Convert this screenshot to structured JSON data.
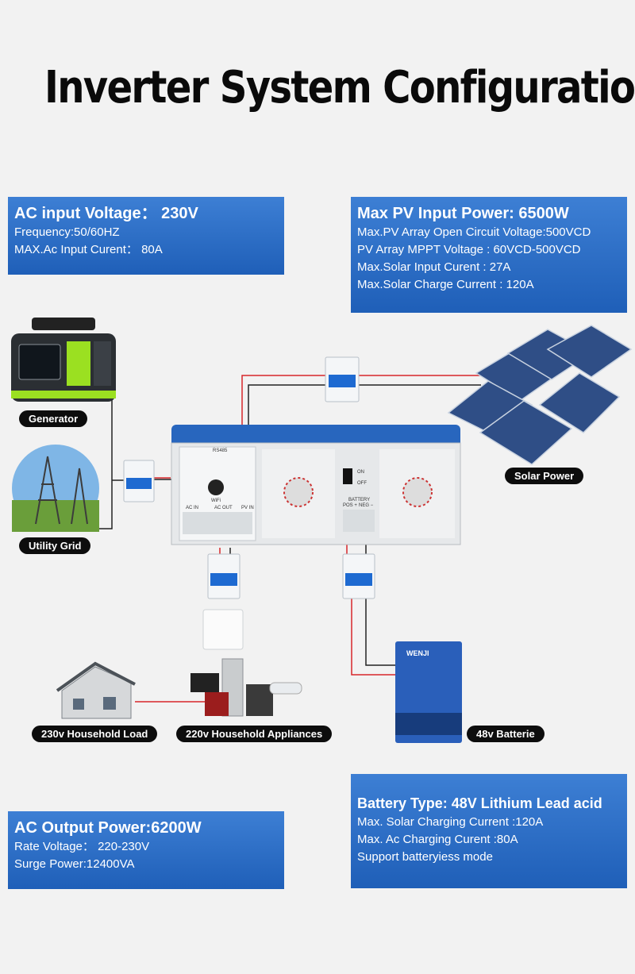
{
  "title": "Inverter System Configuration",
  "ac_input": {
    "heading": "AC input Voltage： 230V",
    "lines": [
      "Frequency:50/60HZ",
      "MAX.Ac Input Curent： 80A"
    ]
  },
  "pv_input": {
    "heading": "Max PV Input Power: 6500W",
    "lines": [
      "Max.PV Array Open Circuit Voltage:500VCD",
      "PV Array MPPT Voltage : 60VCD-500VCD",
      "Max.Solar Input Curent : 27A",
      "Max.Solar Charge  Current : 120A"
    ]
  },
  "ac_output": {
    "heading": "AC Output Power:6200W",
    "lines": [
      "Rate Voltage： 220-230V",
      "Surge Power:12400VA"
    ]
  },
  "battery": {
    "heading": "Battery Type: 48V Lithium Lead acid",
    "lines": [
      "Max. Solar Charging Current :120A",
      "Max. Ac Charging Curent :80A",
      "Support batteryiess mode"
    ]
  },
  "labels": {
    "generator": "Generator",
    "utility_grid": "Utility Grid",
    "solar_power": "Solar Power",
    "household_load": "230v Household Load",
    "household_appliances": "220v Household Appliances",
    "batterie": "48v Batterie"
  },
  "inverter": {
    "rs485": "RS485",
    "ac_in": "AC IN",
    "ac_out": "AC OUT",
    "pv_in": "PV IN",
    "battery": "BATTERY",
    "pos": "POS +",
    "neg": "NEG −",
    "on": "ON",
    "off": "OFF",
    "wifi": "WiFi"
  },
  "battery_unit": {
    "brand": "WENJI"
  },
  "colors": {
    "box_blue": "#2a6cc6",
    "wire_red": "#d8262b",
    "wire_black": "#222222"
  }
}
